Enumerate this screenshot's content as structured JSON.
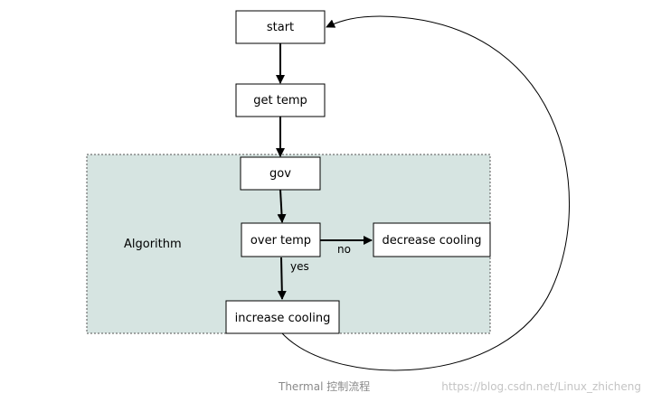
{
  "diagram": {
    "group": {
      "label": "Algorithm",
      "fill": "#d6e4e1"
    },
    "nodes": {
      "start": "start",
      "get_temp": "get temp",
      "gov": "gov",
      "over_temp": "over temp",
      "decrease_cooling": "decrease cooling",
      "increase_cooling": "increase cooling"
    },
    "edges": {
      "no_label": "no",
      "yes_label": "yes"
    }
  },
  "caption": {
    "title": "Thermal 控制流程",
    "watermark": "https://blog.csdn.net/Linux_zhicheng"
  }
}
